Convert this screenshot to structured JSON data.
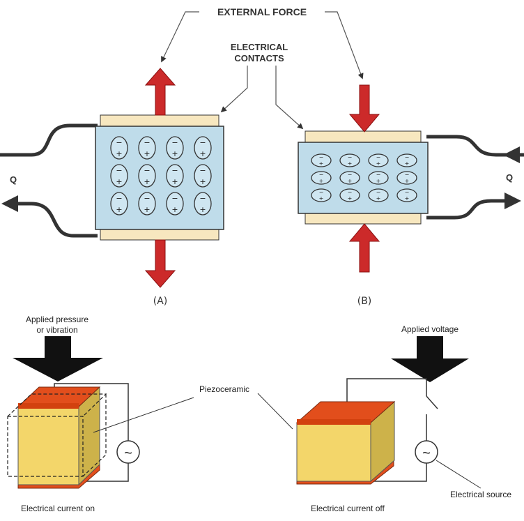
{
  "top": {
    "external_force": "EXTERNAL FORCE",
    "electrical_contacts_line1": "ELECTRICAL",
    "electrical_contacts_line2": "CONTACTS",
    "charge_left": "Q",
    "charge_right": "Q",
    "caption_a": "(A)",
    "caption_b": "(B)",
    "dipole_minus": "−",
    "dipole_plus": "+"
  },
  "bottom": {
    "applied_pressure_line1": "Applied pressure",
    "applied_pressure_line2": "or vibration",
    "applied_voltage": "Applied voltage",
    "piezoceramic": "Piezoceramic",
    "current_on": "Electrical current on",
    "current_off": "Electrical current off",
    "electrical_source": "Electrical source",
    "ac_symbol": "~"
  },
  "colors": {
    "crystal_fill": "#bfdcea",
    "contact_plate": "#f7e7bf",
    "force_arrow": "#cc2a2a",
    "wire": "#333333",
    "cube_face": "#f3d66a",
    "cube_side": "#cdb24a",
    "cube_top": "#e24e1c",
    "press_arrow": "#111111"
  }
}
